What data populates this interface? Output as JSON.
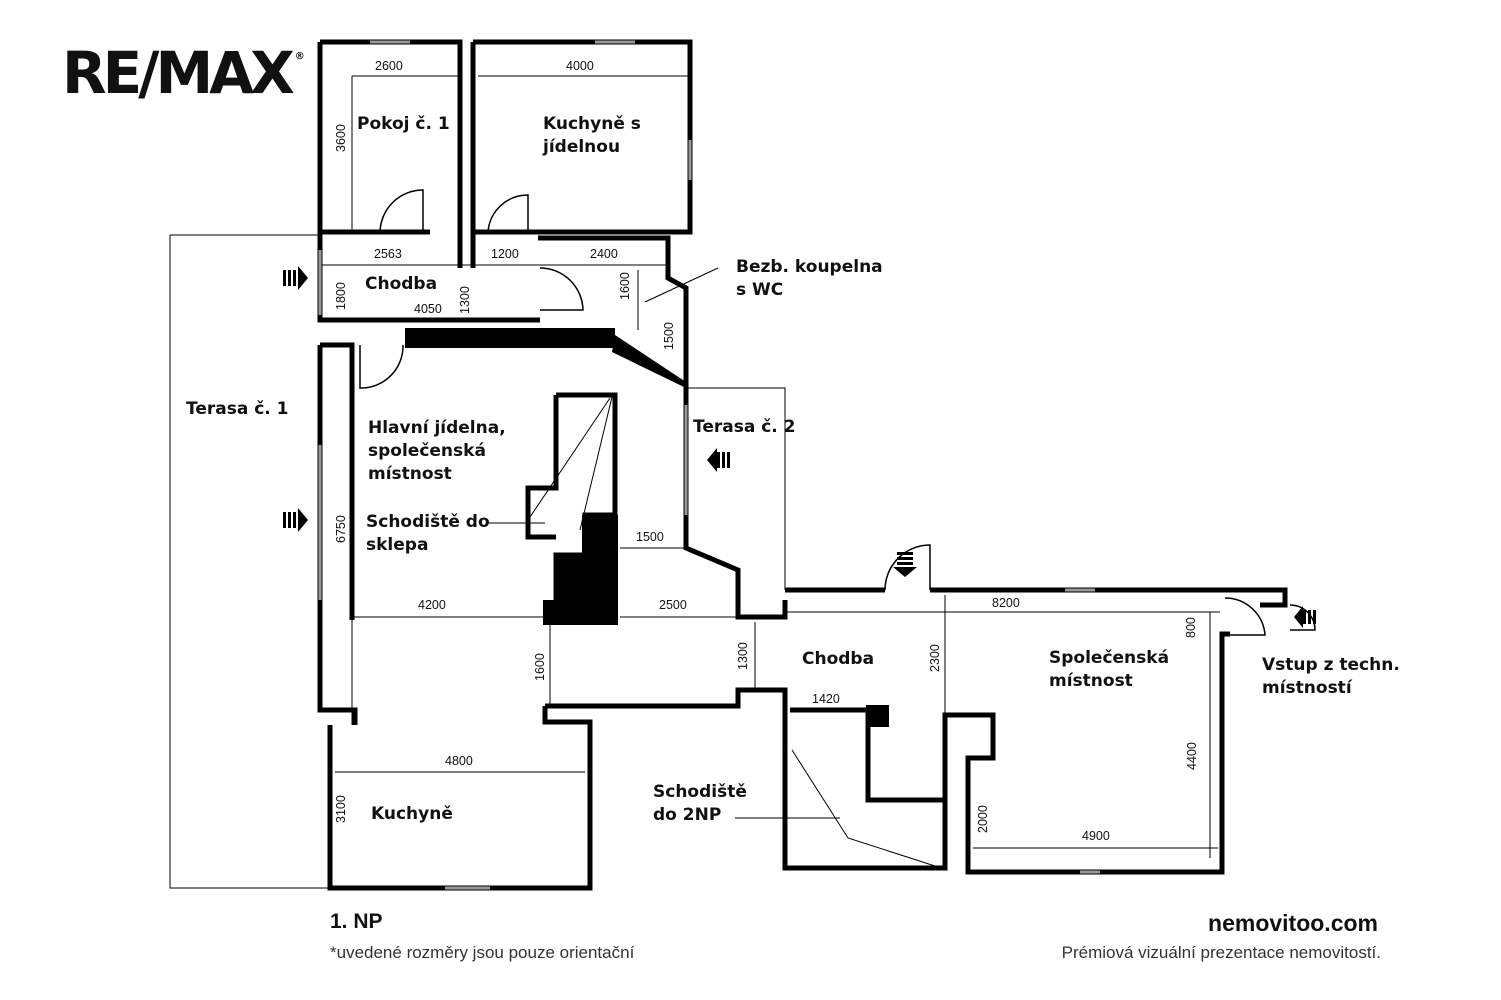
{
  "logo": {
    "text": "RE/MAX",
    "mark": "®"
  },
  "rooms": {
    "pokoj1": "Pokoj č. 1",
    "kuchyne_jidelna": "Kuchyně s\njídelnou",
    "chodba_top": "Chodba",
    "koupelna": "Bezb. koupelna\ns WC",
    "terasa1": "Terasa č. 1",
    "terasa2": "Terasa č. 2",
    "hlavni_jidelna": "Hlavní jídelna,\nspolečenská\nmístnost",
    "schodiste_sklep": "Schodiště do\nsklepa",
    "chodba_bottom": "Chodba",
    "spolecenska": "Společenská\nmístnost",
    "vstup": "Vstup z techn.\nmístností",
    "kuchyne": "Kuchyně",
    "schodiste_2np": "Schodiště\ndo 2NP"
  },
  "dims": {
    "d2600": "2600",
    "d4000": "4000",
    "d3600": "3600",
    "d2563": "2563",
    "d1200": "1200",
    "d2400": "2400",
    "d1800": "1800",
    "d4050": "4050",
    "d1300a": "1300",
    "d1600a": "1600",
    "d1500a": "1500",
    "d6750": "6750",
    "d1500b": "1500",
    "d4200": "4200",
    "d2500": "2500",
    "d8200": "8200",
    "d800": "800",
    "d1300b": "1300",
    "d2300": "2300",
    "d1600b": "1600",
    "d1420": "1420",
    "d4400": "4400",
    "d4800": "4800",
    "d3100": "3100",
    "d2000": "2000",
    "d4900": "4900"
  },
  "footer": {
    "floor": "1. NP",
    "note": "*uvedené rozměry jsou pouze orientační",
    "site": "nemovitoo.com",
    "tagline": "Prémiová vizuální prezentace nemovitostí."
  }
}
